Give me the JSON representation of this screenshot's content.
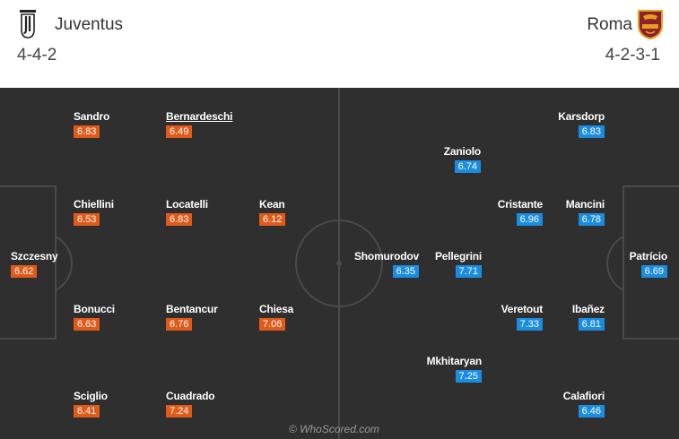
{
  "home": {
    "name": "Juventus",
    "formation": "4-4-2",
    "players": [
      {
        "name": "Sandro",
        "rating": "6.83"
      },
      {
        "name": "Bernardeschi",
        "rating": "6.49"
      },
      {
        "name": "Chiellini",
        "rating": "6.53"
      },
      {
        "name": "Locatelli",
        "rating": "6.83"
      },
      {
        "name": "Kean",
        "rating": "6.12"
      },
      {
        "name": "Szczesny",
        "rating": "6.62"
      },
      {
        "name": "Bonucci",
        "rating": "6.63"
      },
      {
        "name": "Bentancur",
        "rating": "6.76"
      },
      {
        "name": "Chiesa",
        "rating": "7.06"
      },
      {
        "name": "Sciglio",
        "rating": "6.41"
      },
      {
        "name": "Cuadrado",
        "rating": "7.24"
      }
    ]
  },
  "away": {
    "name": "Roma",
    "formation": "4-2-3-1",
    "players": [
      {
        "name": "Karsdorp",
        "rating": "6.83"
      },
      {
        "name": "Zaniolo",
        "rating": "6.74"
      },
      {
        "name": "Cristante",
        "rating": "6.96"
      },
      {
        "name": "Mancini",
        "rating": "6.78"
      },
      {
        "name": "Shomurodov",
        "rating": "6.35"
      },
      {
        "name": "Pellegrini",
        "rating": "7.71"
      },
      {
        "name": "Patrício",
        "rating": "6.69"
      },
      {
        "name": "Veretout",
        "rating": "7.33"
      },
      {
        "name": "Ibañez",
        "rating": "6.81"
      },
      {
        "name": "Mkhitaryan",
        "rating": "7.25"
      },
      {
        "name": "Calafiori",
        "rating": "6.46"
      }
    ]
  },
  "watermark": "© WhoScored.com",
  "colors": {
    "pitch": "#2f2f2f",
    "home_rating": "#e15a19",
    "away_rating": "#1a8de0"
  },
  "icons": {
    "home_logo": "juventus-logo",
    "away_logo": "roma-logo"
  }
}
